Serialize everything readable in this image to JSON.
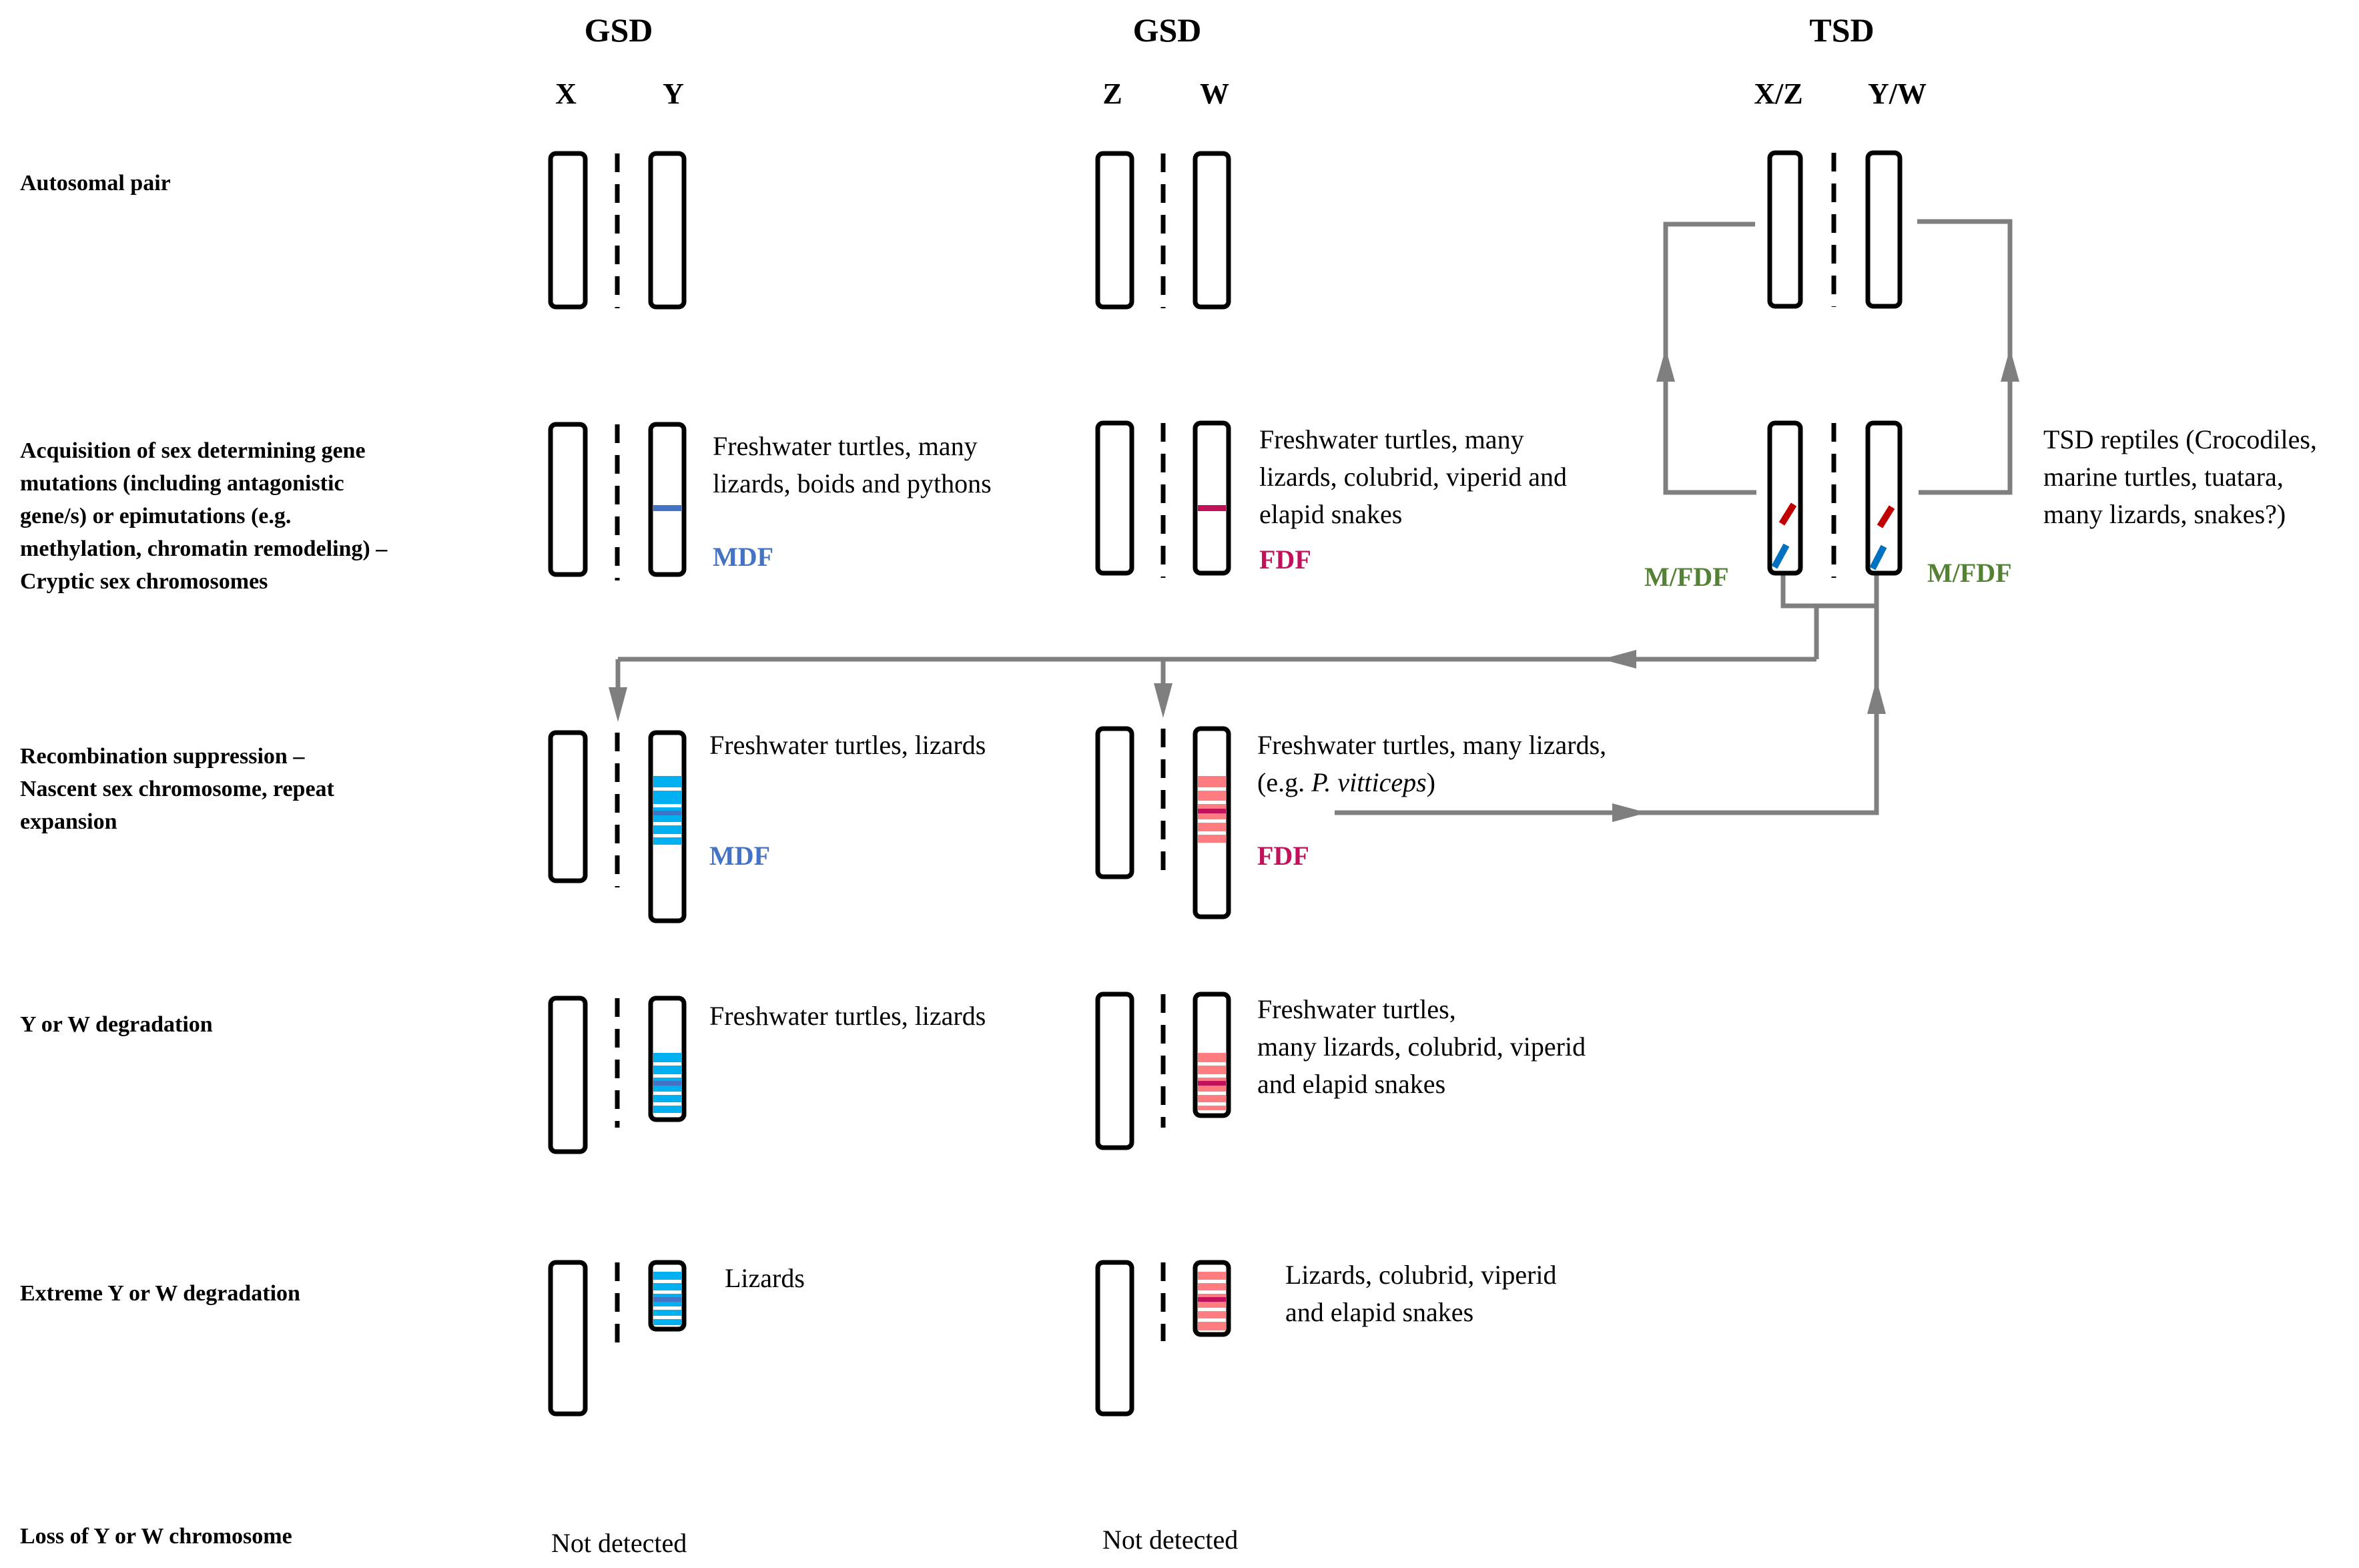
{
  "columns": [
    {
      "header": "GSD",
      "left": "X",
      "right": "Y"
    },
    {
      "header": "GSD",
      "left": "Z",
      "right": "W"
    },
    {
      "header": "TSD",
      "left": "X/Z",
      "right": "Y/W"
    }
  ],
  "stages": [
    {
      "label_lines": [
        "Autosomal pair"
      ]
    },
    {
      "label_lines": [
        "Acquisition of sex determining gene",
        "mutations (including antagonistic",
        "gene/s) or epimutations (e.g.",
        "methylation, chromatin remodeling) –",
        "Cryptic sex chromosomes"
      ]
    },
    {
      "label_lines": [
        "Recombination suppression –",
        "Nascent sex chromosome, repeat",
        "expansion"
      ]
    },
    {
      "label_lines": [
        "Y or W degradation"
      ]
    },
    {
      "label_lines": [
        "Extreme Y or W degradation"
      ]
    },
    {
      "label_lines": [
        "Loss of Y or W chromosome"
      ]
    }
  ],
  "xy_notes": {
    "cryptic": [
      "Freshwater turtles, many",
      "lizards, boids and pythons"
    ],
    "nascent": [
      "Freshwater turtles, lizards"
    ],
    "degradation": [
      "Freshwater turtles, lizards"
    ],
    "extreme": [
      "Lizards"
    ],
    "loss": "Not detected"
  },
  "zw_notes": {
    "cryptic": [
      "Freshwater turtles, many",
      "lizards, colubrid, viperid and",
      "elapid snakes"
    ],
    "nascent_line1": "Freshwater turtles, many lizards,",
    "nascent_line2_prefix": "(e.g. ",
    "nascent_line2_italic": "P. vitticeps",
    "nascent_line2_suffix": ")",
    "degradation": [
      "Freshwater turtles,",
      "many lizards, colubrid, viperid",
      "and elapid snakes"
    ],
    "extreme": [
      "Lizards, colubrid, viperid",
      "and elapid snakes"
    ],
    "loss": "Not detected"
  },
  "tsd_notes": [
    "TSD reptiles (Crocodiles,",
    "marine turtles, tuatara,",
    "many lizards, snakes?)"
  ],
  "labels": {
    "mdf": "MDF",
    "fdf": "FDF",
    "mfdf": "M/FDF"
  },
  "colors": {
    "male_band": "#4472C4",
    "male_repeat": "#00B0F0",
    "female_band": "#C0115A",
    "female_repeat": "#FF7C80",
    "tsd_red": "#C00000",
    "tsd_blue": "#0070C0",
    "arrow": "#7F7F7F",
    "mfdf_text": "#548235"
  }
}
